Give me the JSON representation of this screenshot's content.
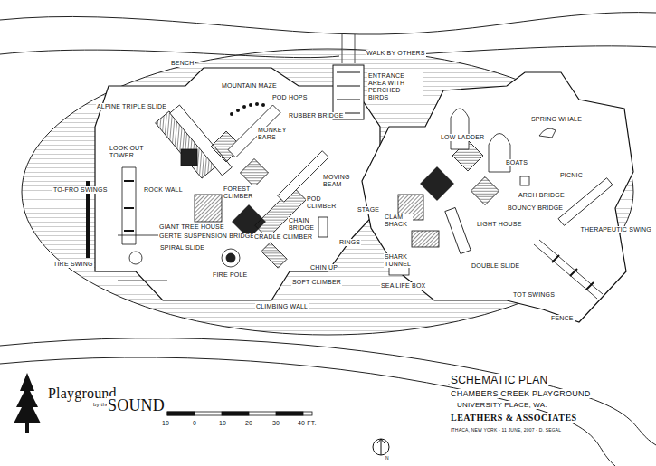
{
  "diagram": {
    "title": "SCHEMATIC PLAN",
    "labels": [
      "BENCH",
      "ALPINE TRIPLE SLIDE",
      "MOUNTAIN MAZE",
      "POD HOPS",
      "LOOK OUT TOWER",
      "TO-FRO SWINGS",
      "ROCK WALL",
      "MONKEY BARS",
      "RUBBER BRIDGE",
      "MOVING BEAM",
      "FOREST CLIMBER",
      "POD CLIMBER",
      "CHAIN BRIDGE",
      "GIANT TREE HOUSE",
      "GERTE SUSPENSION BRIDGE",
      "TIRE SWING",
      "SPIRAL SLIDE",
      "CRADLE CLIMBER",
      "FIRE POLE",
      "CLIMBING WALL",
      "SOFT CLIMBER",
      "CHIN UP",
      "RINGS",
      "STAGE",
      "WALK BY OTHERS",
      "ENTRANCE AREA WITH PERCHED BIRDS",
      "LOW LADDER",
      "SPRING WHALE",
      "BOATS",
      "PICNIC",
      "CLAM SHACK",
      "ARCH BRIDGE",
      "BOUNCY BRIDGE",
      "LIGHT HOUSE",
      "SHARK TUNNEL",
      "DOUBLE SLIDE",
      "SEA LIFE BOX",
      "THERAPEUTIC SWING",
      "TOT SWINGS",
      "FENCE",
      "Playground",
      "by the",
      "SOUND",
      "10",
      "0",
      "10",
      "20",
      "30",
      "40 FT.",
      "CHAMBERS CREEK PLAYGROUND",
      "UNIVERSITY PLACE, WA.",
      "LEATHERS & ASSOCIATES",
      "ITHACA, NEW YORK - 11 JUNE, 2007 - D. SEGAL",
      "N"
    ]
  }
}
